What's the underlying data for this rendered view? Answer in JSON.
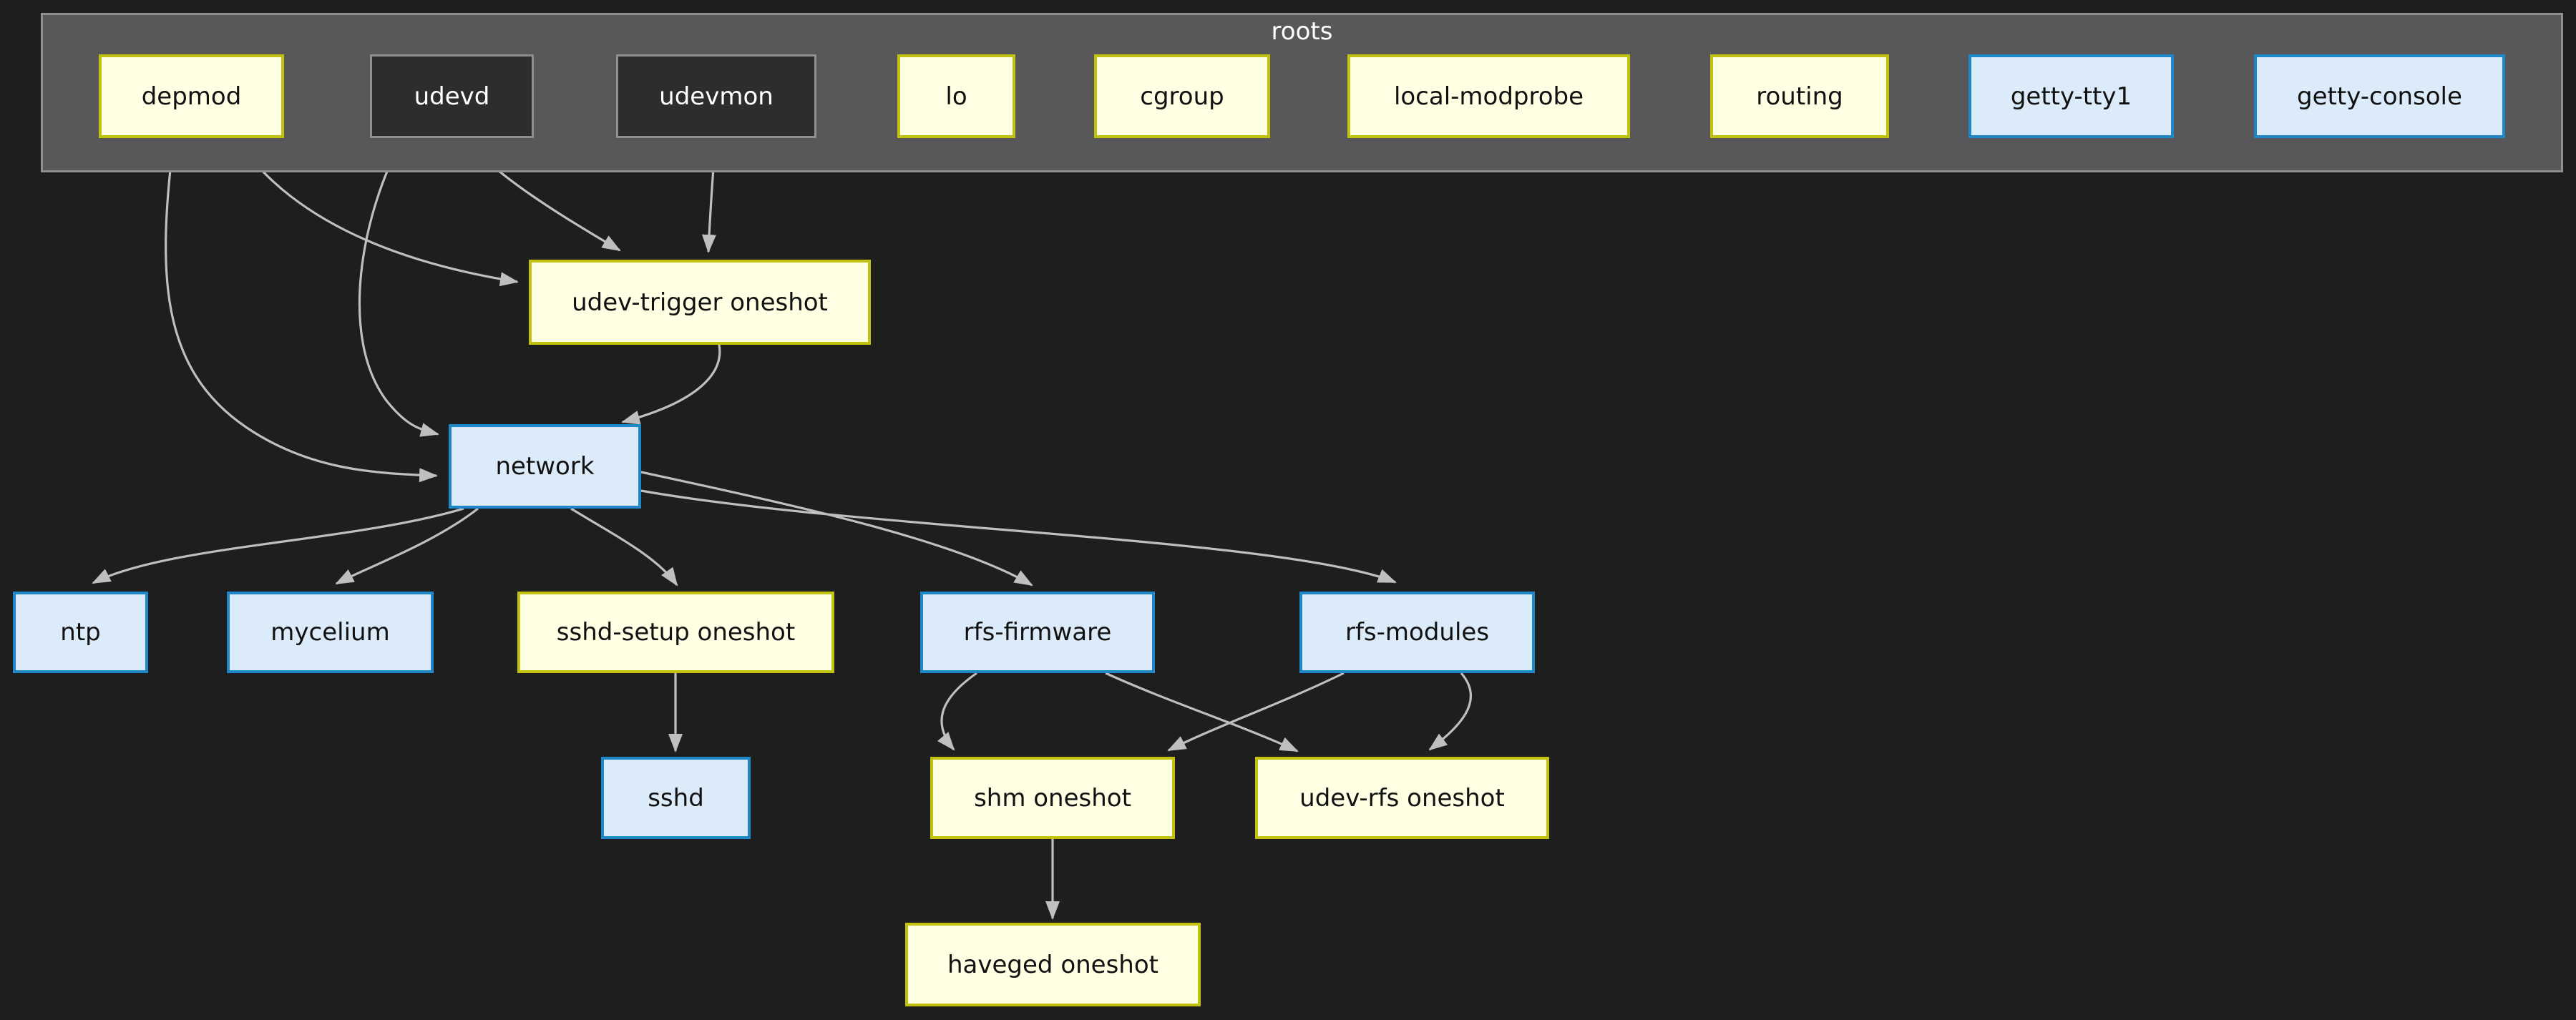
{
  "diagram": {
    "type": "service-dependency-graph",
    "cluster": {
      "label": "roots",
      "members": [
        "depmod",
        "udevd",
        "udevmon",
        "lo",
        "cgroup",
        "local-modprobe",
        "routing",
        "getty-tty1",
        "getty-console"
      ]
    },
    "nodes": [
      {
        "id": "depmod",
        "label": "depmod",
        "kind": "oneshot"
      },
      {
        "id": "udevd",
        "label": "udevd",
        "kind": "process"
      },
      {
        "id": "udevmon",
        "label": "udevmon",
        "kind": "process"
      },
      {
        "id": "lo",
        "label": "lo",
        "kind": "oneshot"
      },
      {
        "id": "cgroup",
        "label": "cgroup",
        "kind": "oneshot"
      },
      {
        "id": "local-modprobe",
        "label": "local-modprobe",
        "kind": "oneshot"
      },
      {
        "id": "routing",
        "label": "routing",
        "kind": "oneshot"
      },
      {
        "id": "getty-tty1",
        "label": "getty-tty1",
        "kind": "service"
      },
      {
        "id": "getty-console",
        "label": "getty-console",
        "kind": "service"
      },
      {
        "id": "udev-trigger",
        "label": "udev-trigger oneshot",
        "kind": "oneshot"
      },
      {
        "id": "network",
        "label": "network",
        "kind": "service"
      },
      {
        "id": "ntp",
        "label": "ntp",
        "kind": "service"
      },
      {
        "id": "mycelium",
        "label": "mycelium",
        "kind": "service"
      },
      {
        "id": "sshd-setup",
        "label": "sshd-setup oneshot",
        "kind": "oneshot"
      },
      {
        "id": "rfs-firmware",
        "label": "rfs-firmware",
        "kind": "service"
      },
      {
        "id": "rfs-modules",
        "label": "rfs-modules",
        "kind": "service"
      },
      {
        "id": "sshd",
        "label": "sshd",
        "kind": "service"
      },
      {
        "id": "shm",
        "label": "shm oneshot",
        "kind": "oneshot"
      },
      {
        "id": "udev-rfs",
        "label": "udev-rfs oneshot",
        "kind": "oneshot"
      },
      {
        "id": "haveged",
        "label": "haveged oneshot",
        "kind": "oneshot"
      }
    ],
    "edges": [
      {
        "from": "depmod",
        "to": "udev-trigger"
      },
      {
        "from": "udevd",
        "to": "udev-trigger"
      },
      {
        "from": "udevmon",
        "to": "udev-trigger"
      },
      {
        "from": "depmod",
        "to": "network"
      },
      {
        "from": "udevd",
        "to": "network"
      },
      {
        "from": "udev-trigger",
        "to": "network"
      },
      {
        "from": "network",
        "to": "ntp"
      },
      {
        "from": "network",
        "to": "mycelium"
      },
      {
        "from": "network",
        "to": "sshd-setup"
      },
      {
        "from": "network",
        "to": "rfs-firmware"
      },
      {
        "from": "network",
        "to": "rfs-modules"
      },
      {
        "from": "sshd-setup",
        "to": "sshd"
      },
      {
        "from": "rfs-firmware",
        "to": "shm"
      },
      {
        "from": "rfs-firmware",
        "to": "udev-rfs"
      },
      {
        "from": "rfs-modules",
        "to": "shm"
      },
      {
        "from": "rfs-modules",
        "to": "udev-rfs"
      },
      {
        "from": "shm",
        "to": "haveged"
      }
    ],
    "colors": {
      "background": "#1e1e1f",
      "cluster_fill": "#58585a",
      "cluster_border": "#909090",
      "oneshot_fill": "#ffffe3",
      "oneshot_border": "#c2c20e",
      "service_fill": "#dcebfa",
      "service_border": "#1e87c8",
      "process_fill": "#2d2d2d",
      "process_border": "#8f8f8f",
      "edge": "#bfbfbf",
      "label_on_light": "#111111",
      "label_on_dark": "#ffffff"
    }
  }
}
